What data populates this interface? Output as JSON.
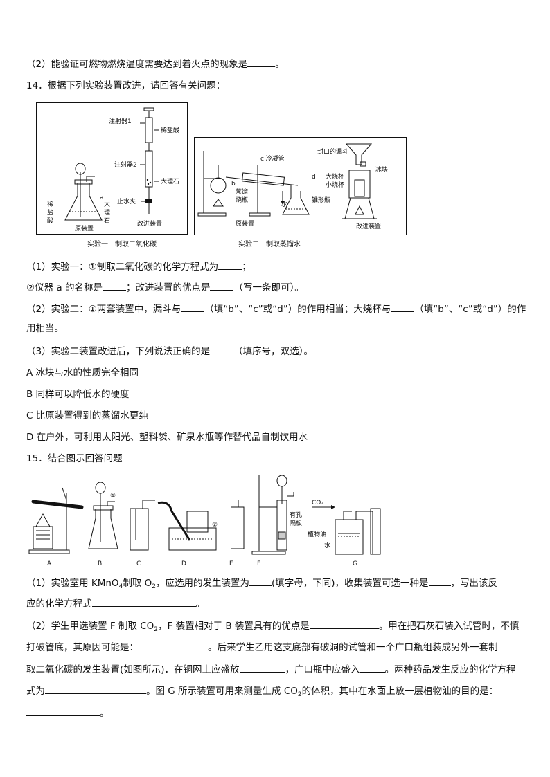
{
  "q13_2": {
    "text_before": "（2）能验证可燃物燃烧温度需要达到着火点的现象是",
    "text_after": "。"
  },
  "q14": {
    "title": "14．根据下列实验装置改进，请回答有关问题：",
    "exp1": {
      "labels": {
        "syringe1": "注射器1",
        "hcl": "稀盐酸",
        "syringe2": "注射器2",
        "marble": "大理石",
        "clamp": "止水夹",
        "a": "a",
        "dilute1": "稀",
        "dilute2": "盐",
        "dilute3": "酸",
        "big1": "大",
        "big2": "理",
        "big3": "石",
        "orig": "原装置",
        "improved": "改进装置"
      },
      "caption": "实验一　制取二氧化碳"
    },
    "exp2": {
      "labels": {
        "condenser": "c 冷凝管",
        "b": "b",
        "flask1": "蒸馏",
        "flask2": "烧瓶",
        "water": "水",
        "d": "d",
        "conical": "锥形瓶",
        "funnel": "封口的漏斗",
        "ice": "冰块",
        "big_beaker": "大烧杯",
        "small_beaker": "小烧杯",
        "orig": "原装置",
        "improved": "改进装置"
      },
      "caption": "实验二　制取蒸馏水"
    },
    "q1_a": "（1）实验一：①制取二氧化碳的化学方程式为",
    "q1_a_end": "；",
    "q1_b1": "②仪器 a 的名称是",
    "q1_b2": "；改进装置的优点是",
    "q1_b3": "（写一条即可）。",
    "q2_1": "（2）实验二：①两套装置中，漏斗与",
    "q2_2": "（填“b”、“c”或“d”）的作用相当；大烧杯与",
    "q2_3": "（填“b”、“c”或“d”）的作",
    "q2_4": "用相当。",
    "q3_1": "（3）实验二装置改进后，下列说法正确的是",
    "q3_2": "（填序号，双选）。",
    "options": [
      "A 冰块与水的性质完全相同",
      "B 同样可以降低水的硬度",
      "C 比原装置得到的蒸馏水更纯",
      "D 在户外，可利用太阳光、塑料袋、矿泉水瓶等作替代品自制饮用水"
    ]
  },
  "q15": {
    "title": "15．结合图示回答问题",
    "labels": {
      "A": "A",
      "B": "B",
      "C": "C",
      "D": "D",
      "E": "E",
      "F": "F",
      "G": "G",
      "one": "①",
      "two": "②",
      "co2": "CO₂",
      "porous1": "有孔",
      "porous2": "隔板",
      "oil": "植物油",
      "water": "水"
    },
    "p1_1": "（1）实验室用 KMnO",
    "p1_sub1": "4",
    "p1_2": "制取 O",
    "p1_sub2": "2",
    "p1_3": "，应选用的发生装置为",
    "p1_4": "(填字母，下同)，收集装置可选一种是",
    "p1_5": "，写出该反",
    "p1_6": "应的化学方程式",
    "p1_7": "。",
    "p2_1": "（2）学生甲选装置 F 制取 CO",
    "p2_sub": "2",
    "p2_2": "，F 装置相对于 B 装置具有的优点是",
    "p2_3": "。甲在把石灰石装入试管时，不慎",
    "p2_4": "打破管底，其原因可能是：",
    "p2_5": "。后来学生乙用这支底部有破洞的试管和一个广口瓶组装成另外一套制",
    "p2_6": "取二氧化碳的发生装置(如图所示)．在铜网上应盛放",
    "p2_7": "，广口瓶中应盛入",
    "p2_8": "。两种药品发生反应的化学方程",
    "p2_9": "式为",
    "p2_10": "。图 G 所示装置可用来测量生成 CO",
    "p2_11": "的体积，其中在水面上放一层植物油的目的是：",
    "p2_12": "。"
  }
}
